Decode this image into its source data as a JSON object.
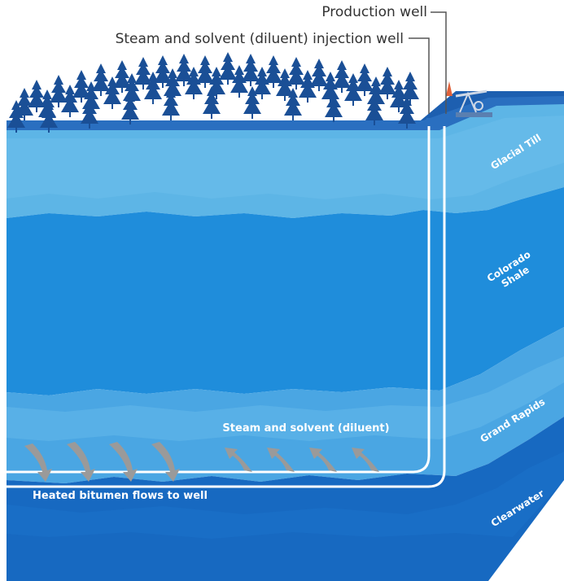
{
  "labels": {
    "production_well": "Production well",
    "injection_well": "Steam and solvent (diluent) injection well",
    "steam_solvent": "Steam and solvent (diluent)",
    "heated_bitumen": "Heated bitumen flows to well"
  },
  "layers": [
    {
      "name": "Glacial Till"
    },
    {
      "name": "Colorado Shale"
    },
    {
      "name": "Grand Rapids"
    },
    {
      "name": "Clearwater"
    }
  ],
  "colors": {
    "surface": "#1d5fb0",
    "glacial_till": "#5db5e6",
    "colorado_shale": "#1f8ddb",
    "grand_rapids": "#4aa6e3",
    "clearwater": "#1769c1",
    "trees": "#1a4f96",
    "flow_arrows": "#9a9a9a",
    "wells": "#ffffff"
  },
  "icons": [
    "tree-icon",
    "pump-jack-icon"
  ]
}
